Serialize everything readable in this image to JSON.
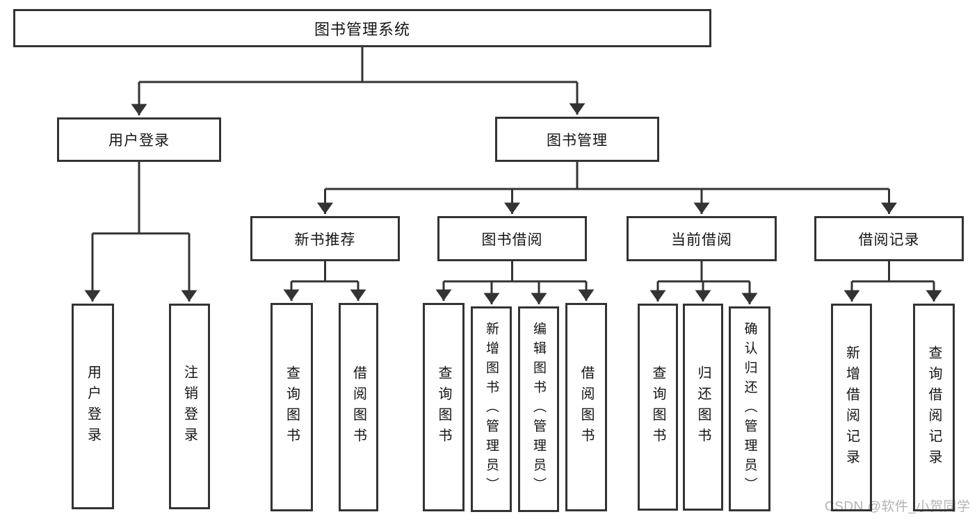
{
  "diagram": {
    "root": {
      "label": "图书管理系统"
    },
    "level2": [
      {
        "label": "用户登录",
        "children": [
          {
            "label": "用户登录"
          },
          {
            "label": "注销登录"
          }
        ]
      },
      {
        "label": "图书管理",
        "children": [
          {
            "label": "新书推荐",
            "children": [
              {
                "label": "查询图书"
              },
              {
                "label": "借阅图书"
              }
            ]
          },
          {
            "label": "图书借阅",
            "children": [
              {
                "label": "查询图书"
              },
              {
                "label": "新增图书（管理员）"
              },
              {
                "label": "编辑图书（管理员）"
              },
              {
                "label": "借阅图书"
              }
            ]
          },
          {
            "label": "当前借阅",
            "children": [
              {
                "label": "查询图书"
              },
              {
                "label": "归还图书"
              },
              {
                "label": "确认归还（管理员）"
              }
            ]
          },
          {
            "label": "借阅记录",
            "children": [
              {
                "label": "新增借阅记录"
              },
              {
                "label": "查询借阅记录"
              }
            ]
          }
        ]
      }
    ]
  },
  "watermark": {
    "text": "CSDN @软件_小贺同学"
  },
  "colors": {
    "line": "#333333",
    "box_border": "#333333",
    "background": "#ffffff",
    "text": "#141414",
    "watermark": "#b3b3b3"
  }
}
